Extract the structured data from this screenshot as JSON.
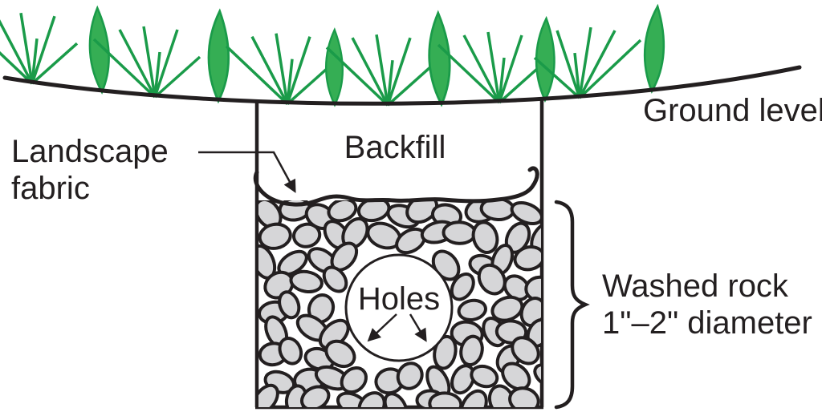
{
  "labels": {
    "ground_level": "Ground level",
    "backfill": "Backfill",
    "landscape_fabric_line1": "Landscape",
    "landscape_fabric_line2": "fabric",
    "holes": "Holes",
    "washed_rock_line1": "Washed rock",
    "washed_rock_line2": "1\"–2\" diameter"
  },
  "colors": {
    "outline": "#231f20",
    "leaf_fill": "#35ae54",
    "leaf_stroke": "#1a9b49",
    "grass_line": "#1a9b49",
    "rock_fill": "#d6d6d8",
    "background": "#ffffff"
  }
}
